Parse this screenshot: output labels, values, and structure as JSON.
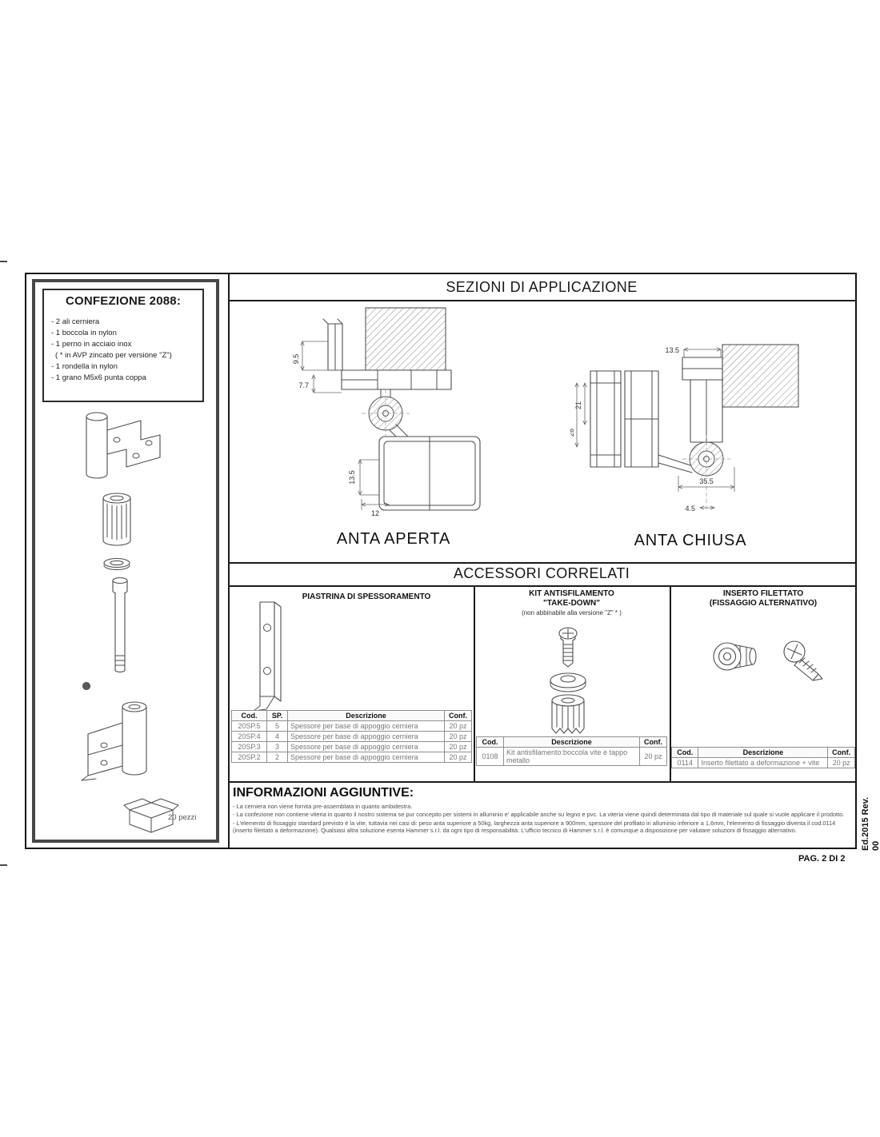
{
  "page": {
    "footer": "PAG. 2 DI 2",
    "edition_line1": "Ed.2015 Rev.",
    "edition_line2": "00"
  },
  "confezione": {
    "title": "CONFEZIONE 2088:",
    "items": [
      "- 2 ali cerniera",
      "- 1 boccola in nylon",
      "- 1 perno in acciaio inox",
      "( * in  AVP zincato per versione \"Z\")",
      "- 1 rondella in nylon",
      "- 1 grano M5x6 punta coppa"
    ],
    "quantity_note": "20 pezzi"
  },
  "sezioni": {
    "title": "SEZIONI DI APPLICAZIONE",
    "anta_aperta": {
      "label": "ANTA APERTA",
      "dims": {
        "d95": "9.5",
        "d77": "7.7",
        "d135": "13.5",
        "d12": "12"
      }
    },
    "anta_chiusa": {
      "label": "ANTA CHIUSA",
      "dims": {
        "d135": "13.5",
        "d21": "21",
        "d26": "26",
        "d355": "35.5",
        "d45": "4.5"
      }
    }
  },
  "accessori": {
    "title": "ACCESSORI CORRELATI",
    "piastrina": {
      "title": "PIASTRINA DI SPESSORAMENTO",
      "headers": [
        "Cod.",
        "SP.",
        "Descrizione",
        "Conf."
      ],
      "rows": [
        [
          "20SP.5",
          "5",
          "Spessore per base di appoggio cerniera",
          "20 pz"
        ],
        [
          "20SP.4",
          "4",
          "Spessore per base di appoggio cerniera",
          "20 pz"
        ],
        [
          "20SP.3",
          "3",
          "Spessore per base di appoggio cerniera",
          "20 pz"
        ],
        [
          "20SP.2",
          "2",
          "Spessore per base di appoggio cerniera",
          "20 pz"
        ]
      ]
    },
    "kit": {
      "title_line1": "KIT ANTISFILAMENTO",
      "title_line2": "\"TAKE-DOWN\"",
      "subtitle": "(non abbinabile alla versione \"Z\" * )",
      "headers": [
        "Cod.",
        "Descrizione",
        "Conf."
      ],
      "rows": [
        [
          "0108",
          "Kit antisfilamento:boccola vite e tappo metallo",
          "20 pz"
        ]
      ]
    },
    "inserto": {
      "title_line1": "INSERTO FILETTATO",
      "title_line2": "(FISSAGGIO ALTERNATIVO)",
      "headers": [
        "Cod.",
        "Descrizione",
        "Conf."
      ],
      "rows": [
        [
          "0114",
          "Inserto filettato a deformazione + vite",
          "20 pz"
        ]
      ]
    }
  },
  "info": {
    "title": "INFORMAZIONI AGGIUNTIVE:",
    "bullets": [
      "- La cerniera non viene fornita pre-assemblata in quanto ambidestra.",
      "- La confezione non contiene viteria in quanto il nostro sistema se pur concepito per sistemi in alluminio e' applicabile anche su legno e pvc. La viteria viene quindi determinata dal tipo di materiale sul quale si vuole applicare il prodotto.",
      "- L'elemento di fissaggio standard previsto è la vite, tuttavia nei casi di: peso anta superiore a 50kg, larghezza anta superiore a 900mm, spessore del profilato in alluminio inferiore a 1,6mm, l'elemento di fissaggio diventa il cod.0114 (inserto filettato a deformazione). Qualsiasi altra soluzione esenta Hammer s.r.l. da ogni tipo di responsabilità. L'ufficio tecnico di Hammer s.r.l. è comunque a disposizione per valutare soluzioni di fissaggio alternativo."
    ]
  }
}
